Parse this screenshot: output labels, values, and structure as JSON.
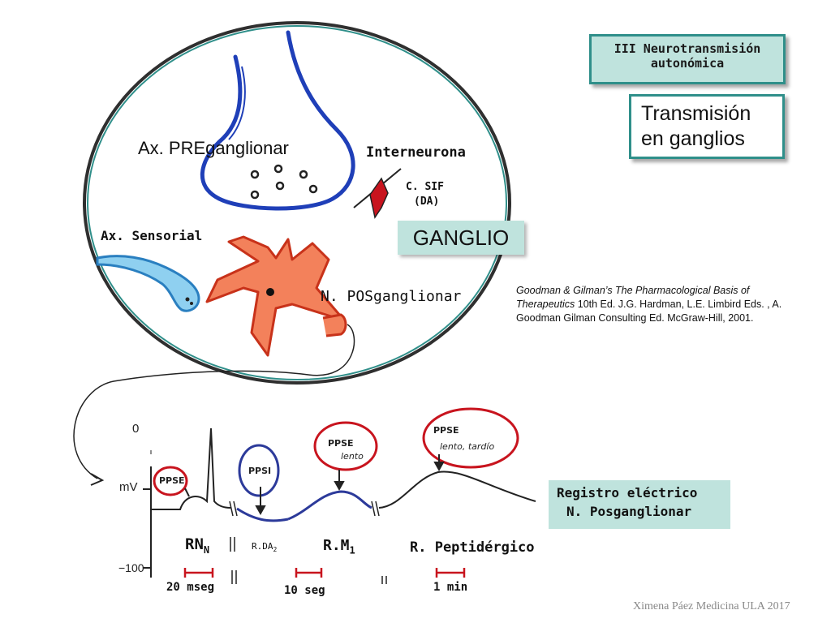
{
  "header": {
    "topic_line1": "III Neurotransmisión",
    "topic_line2": "autonómica",
    "title_line1": "Transmisión",
    "title_line2": "en ganglios"
  },
  "labels": {
    "ax_pre": "Ax. PREganglionar",
    "interneurona": "Interneurona",
    "c_sif": "C. SIF",
    "c_sif_da": "(DA)",
    "ax_sensorial": "Ax. Sensorial",
    "ganglio": "GANGLIO",
    "n_pos": "N. POSganglionar"
  },
  "reference": {
    "title_italic": "Goodman & Gilman’s The Pharmacological Basis of Therapeutics",
    "rest": " 10th Ed. J.G. Hardman, L.E. Limbird Eds. , A. Goodman Gilman Consulting Ed. McGraw-Hill, 2001."
  },
  "recording": {
    "axis_zero": "0",
    "axis_unit": "mV",
    "axis_min": "−100",
    "pse": "PPSE",
    "psi": "PPSI",
    "pse_lento": "PPSE",
    "pse_lento_note": "lento",
    "pse_tardio": "PPSE",
    "pse_tardio_note": "lento, tardío",
    "rnn_main": "RN",
    "rnn_sub": "N",
    "rda_main": "R.DA",
    "rda_sub": "2",
    "rm_main": "R.M",
    "rm_sub": "1",
    "r_pep": "R. Peptidérgico",
    "t_20": "20 mseg",
    "t_10": "10 seg",
    "t_1": "1 min",
    "registro_line1": "Registro eléctrico",
    "registro_line2": "N. Posganglionar"
  },
  "footer": {
    "credit": "Ximena Páez Medicina ULA 2017"
  },
  "colors": {
    "teal_border": "#2f8f8a",
    "teal_fill": "#bfe3dd",
    "circle_outline": "#2f8f8a",
    "pre_axon": "#1f3fb8",
    "sensory": "#4aa8dc",
    "pos_neuron": "#e8502a",
    "highlight_red": "#c8141e",
    "highlight_blue": "#2c3a9a"
  }
}
